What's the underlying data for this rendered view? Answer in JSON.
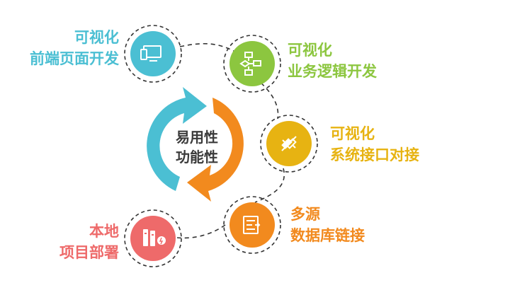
{
  "center": {
    "line1": "易用性",
    "line2": "功能性"
  },
  "nodes": [
    {
      "id": "frontend",
      "line1": "可视化",
      "line2": "前端页面开发",
      "color": "#4bbfd3",
      "icon": "monitor-phone-icon"
    },
    {
      "id": "business",
      "line1": "可视化",
      "line2": "业务逻辑开发",
      "color": "#8cc63f",
      "icon": "flowchart-icon"
    },
    {
      "id": "interface",
      "line1": "可视化",
      "line2": "系统接口对接",
      "color": "#e7b312",
      "icon": "plug-icon"
    },
    {
      "id": "datasource",
      "line1": "多源",
      "line2": "数据库链接",
      "color": "#f28a1e",
      "icon": "server-sync-icon"
    },
    {
      "id": "deploy",
      "line1": "本地",
      "line2": "项目部署",
      "color": "#ee6a6a",
      "icon": "server-rack-icon"
    }
  ],
  "colors": {
    "cycle_blue": "#4bbfd3",
    "cycle_orange": "#f28a1e",
    "dash": "#333333"
  }
}
